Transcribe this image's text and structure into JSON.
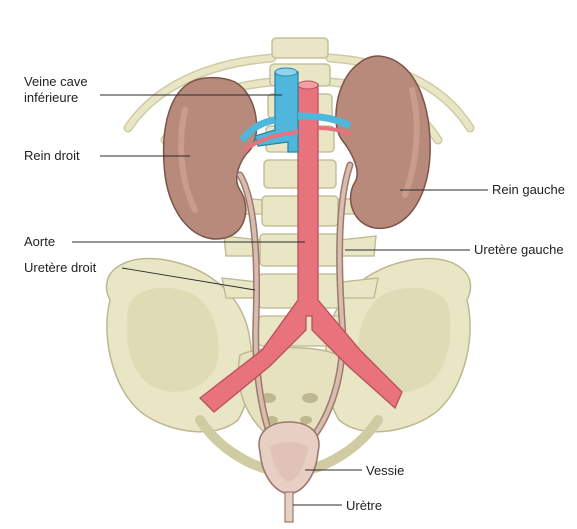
{
  "labels": {
    "veine_cave_1": "Veine cave",
    "veine_cave_2": "inférieure",
    "rein_droit": "Rein droit",
    "aorte": "Aorte",
    "uretere_droit": "Uretère droit",
    "rein_gauche": "Rein gauche",
    "uretere_gauche": "Uretère gauche",
    "vessie": "Vessie",
    "uretre": "Urètre"
  },
  "colors": {
    "bone": "#e9e6c6",
    "bone_shadow": "#cfcba2",
    "kidney": "#b88a7c",
    "kidney_dark": "#8f6457",
    "aorta": "#e8737c",
    "vena_cava": "#4fb6dc",
    "ureter": "#c9a89c",
    "bladder": "#e8cfc4"
  }
}
